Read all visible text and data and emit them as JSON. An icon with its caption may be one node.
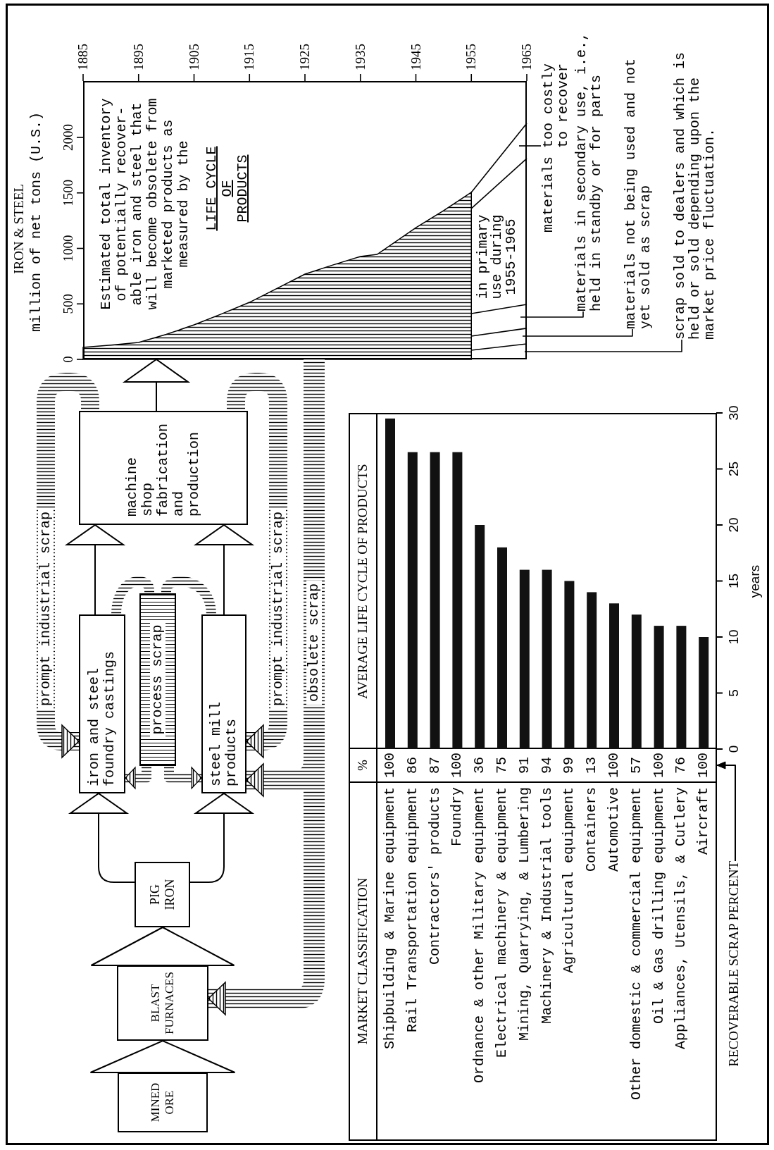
{
  "diagram": {
    "nodes": [
      {
        "text": [
          "MINED ORE"
        ]
      },
      {
        "text": [
          "BLAST FURNACES"
        ]
      },
      {
        "text": [
          "PIG IRON"
        ]
      },
      {
        "text": [
          "iron and steel foundry castings"
        ]
      },
      {
        "text": [
          "process scrap"
        ]
      },
      {
        "text": [
          "steel mill products"
        ]
      },
      {
        "text": [
          "machine shop fabrication and production"
        ]
      },
      {
        "text": [
          "Estimated total inventory of potentially recover- able iron and steel that will become obsolete from marketed products as measured by the",
          "LIFE CYCLE OF PRODUCTS"
        ]
      },
      {
        "text": [
          "materials too costly to recover"
        ]
      },
      {
        "text": [
          "materials in secondary use, i.e., held in standby or for parts"
        ]
      },
      {
        "text": [
          "materials not being used and not yet sold as scrap"
        ]
      },
      {
        "text": [
          "scrap sold to dealers and which is held or sold depending upon the market price fluctuation."
        ]
      },
      {
        "text": [
          "RECOVERABLE SCRAP PERCENT"
        ]
      },
      {
        "text": [],
        "shape": "box"
      }
    ],
    "edges": [
      {
        "from": 0,
        "to": 1,
        "arrow": "to"
      },
      {
        "from": 1,
        "to": 2,
        "arrow": "to"
      },
      {
        "from": 2,
        "to": 3,
        "arrow": "to"
      },
      {
        "from": 2,
        "to": 5,
        "arrow": "to"
      },
      {
        "from": 3,
        "to": 6,
        "arrow": "to"
      },
      {
        "from": 5,
        "to": 6,
        "arrow": "to"
      },
      {
        "from": 3,
        "to": 4,
        "arrow": "none",
        "style": "thick"
      },
      {
        "from": 5,
        "to": 4,
        "arrow": "none",
        "style": "thick"
      },
      {
        "from": 4,
        "to": 3,
        "arrow": "to",
        "style": "thick"
      },
      {
        "from": 4,
        "to": 5,
        "arrow": "to",
        "style": "thick"
      },
      {
        "from": 6,
        "to": 3,
        "arrow": "to",
        "style": "thick",
        "label": "prompt industrial scrap"
      },
      {
        "from": 6,
        "to": 5,
        "arrow": "to",
        "style": "thick",
        "label": "prompt industrial scrap"
      },
      {
        "from": 6,
        "to": 7,
        "arrow": "to"
      },
      {
        "from": 7,
        "to": 1,
        "arrow": "to",
        "style": "thick",
        "label": "obsolete scrap"
      },
      {
        "from": 7,
        "to": 5,
        "arrow": "to",
        "style": "thick"
      },
      {
        "from": 8,
        "to": 7,
        "arrow": "none"
      },
      {
        "from": 9,
        "to": 7,
        "arrow": "none"
      },
      {
        "from": 10,
        "to": 7,
        "arrow": "none"
      },
      {
        "from": 11,
        "to": 7,
        "arrow": "none"
      },
      {
        "from": 12,
        "to": 13,
        "arrow": "to"
      }
    ],
    "labels": [
      "IRON & STEEL",
      "million of net tons (U.S.)",
      "0",
      "500",
      "1000",
      "1500",
      "2000",
      "1885",
      "1895",
      "1905",
      "1915",
      "1925",
      "1935",
      "1945",
      "1955",
      "1965",
      "in primary use during 1955-1965",
      "MARKET CLASSIFICATION",
      "%",
      "100",
      "86",
      "87",
      "100",
      "36",
      "75",
      "91",
      "94",
      "99",
      "13",
      "100",
      "57",
      "100",
      "76",
      "100"
    ],
    "chart_data": {
      "type": "bar",
      "orientation": "vertical",
      "title": "AVERAGE LIFE CYCLE OF PRODUCTS",
      "ylabel": "years",
      "categories": [
        "Shipbuilding & Marine equipment",
        "Rail Transportation equipment",
        "Contractors' products",
        "Foundry",
        "Ordnance & other Military equipment",
        "Electrical machinery & equipment",
        "Mining, Quarrying, & Lumbering",
        "Machinery & Industrial tools",
        "Agricultural equipment",
        "Containers",
        "Automotive",
        "Other domestic & commercial equipment",
        "Oil & Gas drilling equipment",
        "Appliances, Utensils, & Cutlery",
        "Aircraft"
      ],
      "values": [
        29.5,
        26.5,
        26.5,
        26.5,
        20,
        18,
        16,
        16,
        15,
        14,
        13,
        12,
        11,
        11,
        10
      ],
      "ylim": [
        0,
        30
      ],
      "yticks": [
        0,
        5,
        10,
        15,
        20,
        25,
        30
      ]
    }
  }
}
